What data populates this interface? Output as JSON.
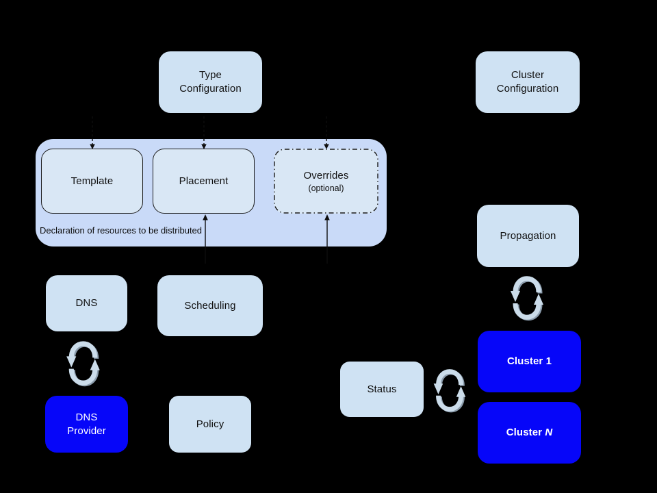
{
  "diagram": {
    "background": "#000000",
    "colors": {
      "light_box_fill": "#cfe2f3",
      "inner_box_fill": "#d9e7f5",
      "container_fill": "#c9daf8",
      "blue_box_fill": "#0606f9",
      "box_border": "#1a1a1a",
      "arrow_color": "#0d0d0d",
      "sync_arrow_fill": "#cbdcea",
      "sync_arrow_shadow": "#8c9dad",
      "text_dark": "#101010",
      "text_light": "#ffffff"
    },
    "nodes": {
      "type_config": {
        "line1": "Type",
        "line2": "Configuration"
      },
      "cluster_config": {
        "line1": "Cluster",
        "line2": "Configuration"
      },
      "template": {
        "label": "Template"
      },
      "placement": {
        "label": "Placement"
      },
      "overrides": {
        "label": "Overrides",
        "sublabel": "(optional)"
      },
      "container": {
        "caption": "Declaration of resources to be distributed"
      },
      "dns": {
        "label": "DNS"
      },
      "scheduling": {
        "label": "Scheduling"
      },
      "dns_provider": {
        "line1": "DNS",
        "line2": "Provider"
      },
      "policy": {
        "label": "Policy"
      },
      "status": {
        "label": "Status"
      },
      "propagation": {
        "label": "Propagation"
      },
      "cluster_1": {
        "prefix": "Cluster",
        "suffix": "1"
      },
      "cluster_n": {
        "prefix": "Cluster",
        "suffix": "N"
      }
    },
    "icons": {
      "sync_dns": "sync-icon",
      "sync_propagation": "sync-icon",
      "sync_status": "sync-icon"
    }
  }
}
